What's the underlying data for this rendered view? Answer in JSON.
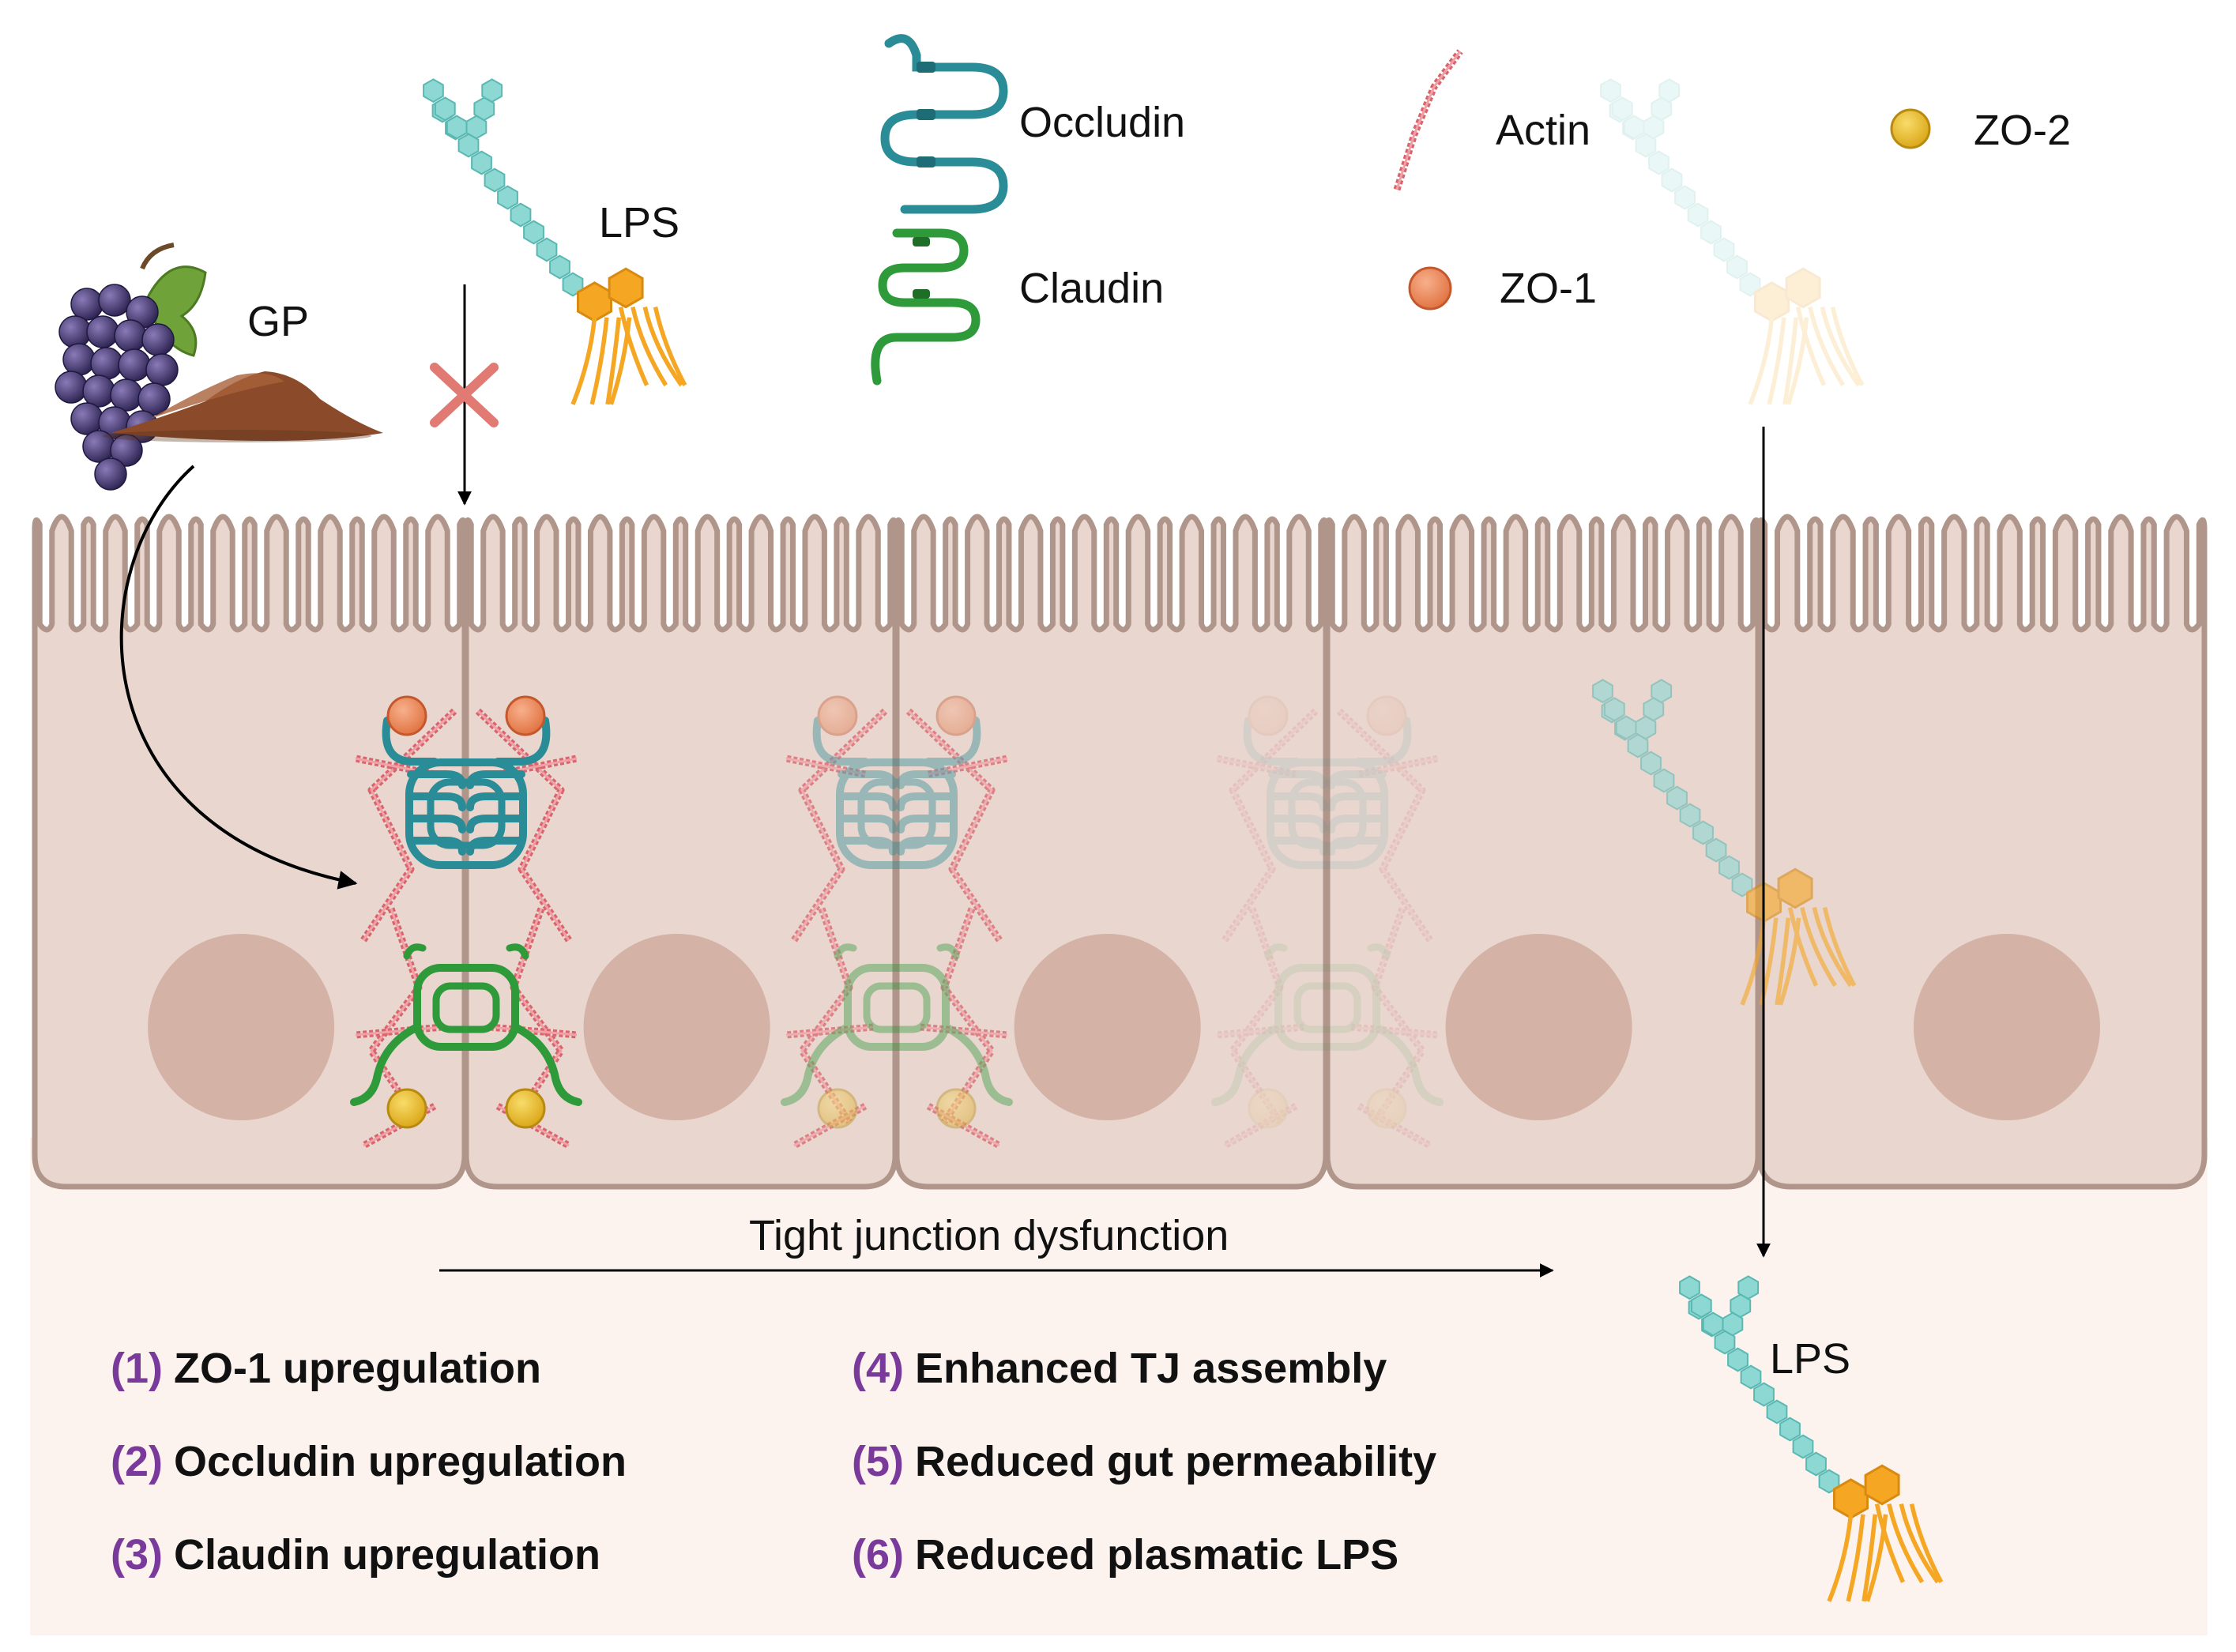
{
  "legend": {
    "occludin": "Occludin",
    "claudin": "Claudin",
    "actin": "Actin",
    "zo1": "ZO-1",
    "zo2": "ZO-2"
  },
  "labels": {
    "gp": "GP",
    "lps_top": "LPS",
    "lps_bottom": "LPS",
    "tight_junction": "Tight junction dysfunction"
  },
  "findings": [
    {
      "num": "(1)",
      "text": "ZO-1 upregulation"
    },
    {
      "num": "(2)",
      "text": "Occludin upregulation"
    },
    {
      "num": "(3)",
      "text": "Claudin upregulation"
    },
    {
      "num": "(4)",
      "text": "Enhanced TJ assembly"
    },
    {
      "num": "(5)",
      "text": "Reduced gut permeability"
    },
    {
      "num": "(6)",
      "text": "Reduced plasmatic LPS"
    }
  ],
  "colors": {
    "occludin": "#2a8c96",
    "claudin": "#2e9a3a",
    "actin": "#d9646c",
    "zo1": "#ef8a5c",
    "zo2": "#f0c02c",
    "lps_chain": "#8ed8d4",
    "lps_lipid": "#f5a623",
    "cell_fill": "#e8d6cf",
    "cell_outline": "#b0958a",
    "nucleus": "#d4b2a6",
    "lumen_bg": "#fcf3ee",
    "number_purple": "#7a3a9c",
    "cross": "#e07a72"
  },
  "icons": [
    "grape-icon",
    "powder-icon",
    "cross-icon"
  ]
}
